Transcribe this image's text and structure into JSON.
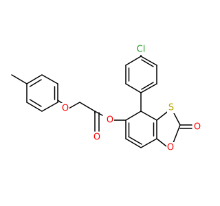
{
  "structure": {
    "atoms": {
      "cl": {
        "symbol": "Cl",
        "color": "#1e9b1e"
      },
      "s": {
        "symbol": "S",
        "color": "#b8a200"
      },
      "o_carbonyl_ring": {
        "symbol": "O",
        "color": "#ff0000"
      },
      "o_ring": {
        "symbol": "O",
        "color": "#ff0000"
      },
      "o_ester": {
        "symbol": "O",
        "color": "#ff0000"
      },
      "o_ester_carbonyl": {
        "symbol": "O",
        "color": "#ff0000"
      },
      "o_ether": {
        "symbol": "O",
        "color": "#ff0000"
      }
    },
    "bond_color": "#000000"
  }
}
